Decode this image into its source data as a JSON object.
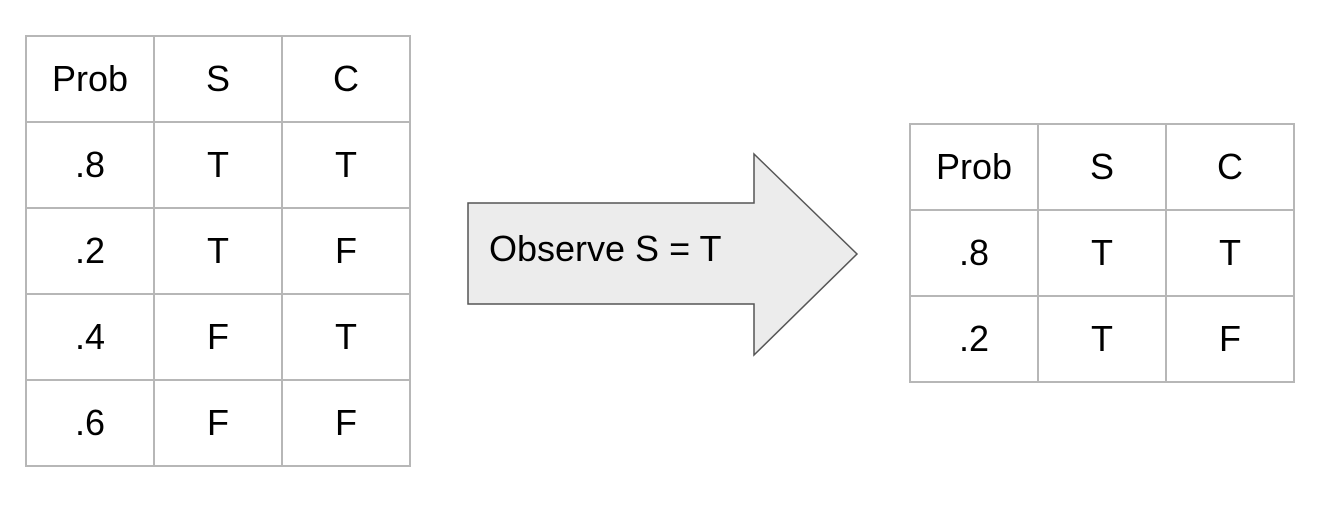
{
  "before_table": {
    "headers": [
      "Prob",
      "S",
      "C"
    ],
    "rows": [
      [
        ".8",
        "T",
        "T"
      ],
      [
        ".2",
        "T",
        "F"
      ],
      [
        ".4",
        "F",
        "T"
      ],
      [
        ".6",
        "F",
        "F"
      ]
    ]
  },
  "arrow": {
    "label": "Observe S = T",
    "fill": "#ececec",
    "stroke": "#555555"
  },
  "after_table": {
    "headers": [
      "Prob",
      "S",
      "C"
    ],
    "rows": [
      [
        ".8",
        "T",
        "T"
      ],
      [
        ".2",
        "T",
        "F"
      ]
    ]
  }
}
